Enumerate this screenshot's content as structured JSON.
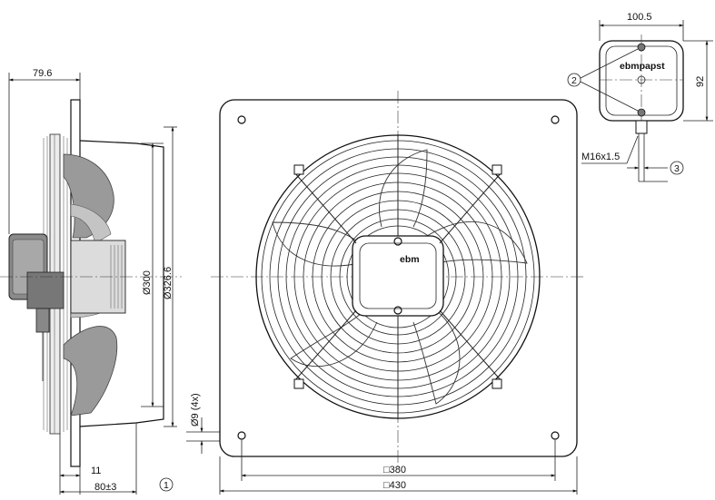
{
  "dimensions": {
    "side_depth": "79.6",
    "flange": "11",
    "overall_depth": "80±3",
    "dia_inner": "Ø300",
    "dia_outer": "Ø326.6",
    "hole_dia": "Ø9 (4x)",
    "hole_spacing": "□380",
    "plate_size": "□430",
    "box_width": "100.5",
    "box_height": "92",
    "cable_gland": "M16x1.5"
  },
  "callouts": [
    "1",
    "2",
    "3"
  ],
  "logos": {
    "box_logo": "ebmpapst",
    "hub_logo": "ebm"
  }
}
